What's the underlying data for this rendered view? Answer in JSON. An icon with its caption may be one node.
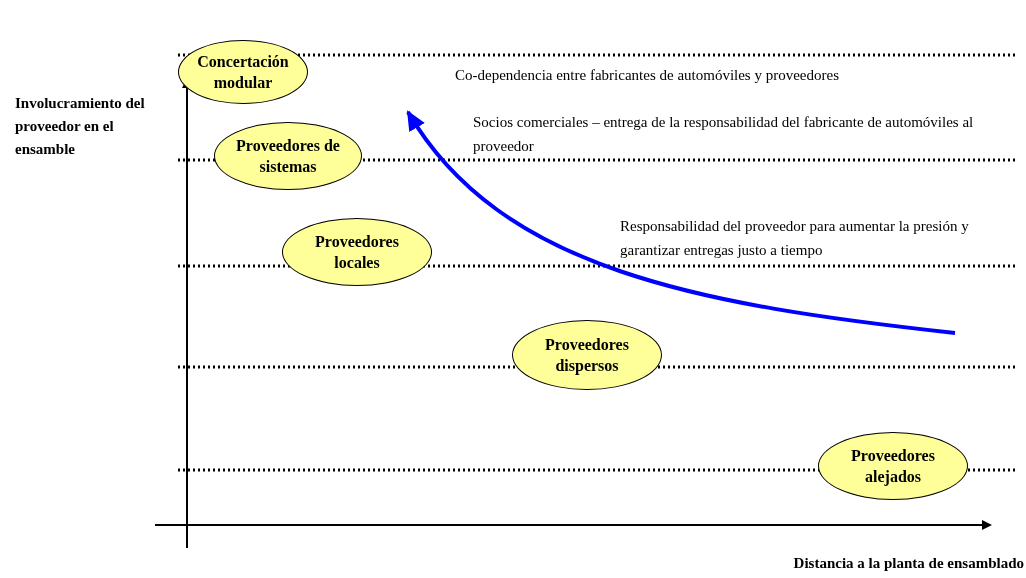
{
  "diagram": {
    "nodes": [
      {
        "text": [
          "Concertación modular"
        ]
      },
      {
        "text": [
          "Proveedores de sistemas"
        ]
      },
      {
        "text": [
          "Proveedores locales"
        ]
      },
      {
        "text": [
          "Proveedores dispersos"
        ]
      },
      {
        "text": [
          "Proveedores alejados"
        ]
      }
    ],
    "edges": [],
    "labels": [
      "Involucramiento del proveedor en el ensamble",
      "Co-dependencia entre fabricantes de automóviles y proveedores",
      "Socios comerciales – entrega de la responsabilidad del fabricante de automóviles al proveedor",
      "Responsabilidad del proveedor para aumentar la presión y garantizar entregas justo a tiempo",
      "Distancia a la planta de ensamblado"
    ]
  }
}
